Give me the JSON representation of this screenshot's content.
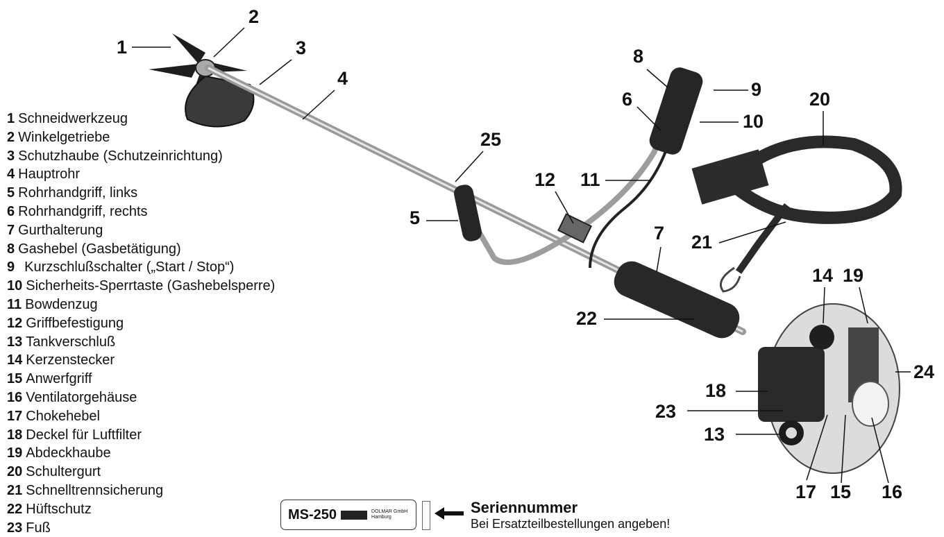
{
  "legend": [
    {
      "num": "1",
      "text": "Schneidwerkzeug"
    },
    {
      "num": "2",
      "text": "Winkelgetriebe"
    },
    {
      "num": "3",
      "text": "Schutzhaube (Schutzeinrichtung)"
    },
    {
      "num": "4",
      "text": "Hauptrohr"
    },
    {
      "num": "5",
      "text": "Rohrhandgriff, links"
    },
    {
      "num": "6",
      "text": "Rohrhandgriff, rechts"
    },
    {
      "num": "7",
      "text": "Gurthalterung"
    },
    {
      "num": "8",
      "text": "Gashebel (Gasbetätigung)"
    },
    {
      "num": "9",
      "text": "Kurzschlußschalter („Start / Stop“)"
    },
    {
      "num": "10",
      "text": "Sicherheits-Sperrtaste (Gashebelsperre)"
    },
    {
      "num": "11",
      "text": "Bowdenzug"
    },
    {
      "num": "12",
      "text": "Griffbefestigung"
    },
    {
      "num": "13",
      "text": "Tankverschluß"
    },
    {
      "num": "14",
      "text": "Kerzenstecker"
    },
    {
      "num": "15",
      "text": "Anwerfgriff"
    },
    {
      "num": "16",
      "text": "Ventilatorgehäuse"
    },
    {
      "num": "17",
      "text": "Chokehebel"
    },
    {
      "num": "18",
      "text": "Deckel für Luftfilter"
    },
    {
      "num": "19",
      "text": "Abdeckhaube"
    },
    {
      "num": "20",
      "text": "Schultergurt"
    },
    {
      "num": "21",
      "text": "Schnelltrennsicherung"
    },
    {
      "num": "22",
      "text": "Hüftschutz"
    },
    {
      "num": "23",
      "text": "Fuß"
    }
  ],
  "callouts": [
    {
      "num": "1"
    },
    {
      "num": "2"
    },
    {
      "num": "3"
    },
    {
      "num": "4"
    },
    {
      "num": "5"
    },
    {
      "num": "6"
    },
    {
      "num": "7"
    },
    {
      "num": "8"
    },
    {
      "num": "9"
    },
    {
      "num": "10"
    },
    {
      "num": "11"
    },
    {
      "num": "12"
    },
    {
      "num": "13"
    },
    {
      "num": "14"
    },
    {
      "num": "15"
    },
    {
      "num": "16"
    },
    {
      "num": "17"
    },
    {
      "num": "18"
    },
    {
      "num": "19"
    },
    {
      "num": "20"
    },
    {
      "num": "21"
    },
    {
      "num": "22"
    },
    {
      "num": "23"
    },
    {
      "num": "24"
    },
    {
      "num": "25"
    }
  ],
  "nameplate": {
    "model": "MS-250",
    "maker_line1": "DOLMAR GmbH",
    "maker_line2": "Hamburg"
  },
  "serial": {
    "title": "Seriennummer",
    "note": "Bei Ersatzteilbestellungen angeben!"
  }
}
